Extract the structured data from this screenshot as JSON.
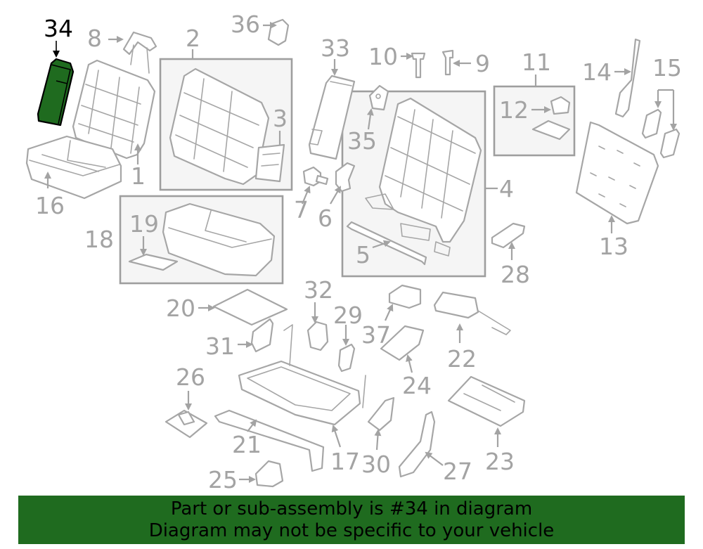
{
  "diagram": {
    "highlight_color": "#1f6b1f",
    "highlighted_part": "34",
    "labels": {
      "l1": "1",
      "l2": "2",
      "l3": "3",
      "l4": "4",
      "l5": "5",
      "l6": "6",
      "l7": "7",
      "l8": "8",
      "l9": "9",
      "l10": "10",
      "l11": "11",
      "l12": "12",
      "l13": "13",
      "l14": "14",
      "l15": "15",
      "l16": "16",
      "l17": "17",
      "l18": "18",
      "l19": "19",
      "l20": "20",
      "l21": "21",
      "l22": "22",
      "l23": "23",
      "l24": "24",
      "l25": "25",
      "l26": "26",
      "l27": "27",
      "l28": "28",
      "l29": "29",
      "l30": "30",
      "l31": "31",
      "l32": "32",
      "l33": "33",
      "l34": "34",
      "l35": "35",
      "l36": "36",
      "l37": "37"
    }
  },
  "banner": {
    "line1": "Part or sub-assembly is #34 in diagram",
    "line2": "Diagram may not be specific to your vehicle"
  }
}
